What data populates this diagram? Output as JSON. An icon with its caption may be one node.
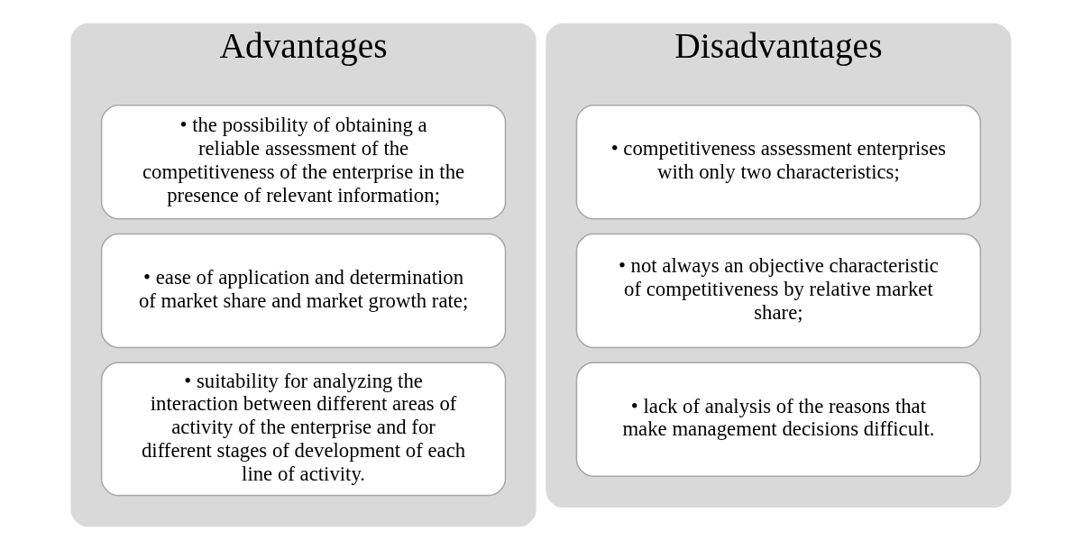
{
  "diagram": {
    "nodes": [
      {
        "text": [
          "Advantages"
        ]
      },
      {
        "text": [
          "• the possibility of obtaining a reliable assessment of the competitiveness of the enterprise in the presence of relevant information;"
        ],
        "in": 0
      },
      {
        "text": [
          "• ease of application and determination of market share and market growth rate;"
        ],
        "in": 0
      },
      {
        "text": [
          "• suitability for analyzing the interaction between different areas of activity of the enterprise and for different stages of development of each line of activity."
        ],
        "in": 0
      },
      {
        "text": [
          "Disadvantages"
        ]
      },
      {
        "text": [
          "• competitiveness assessment enterprises with only two characteristics;"
        ],
        "in": 4
      },
      {
        "text": [
          "• not always an objective characteristic of competitiveness by relative market share;"
        ],
        "in": 4
      },
      {
        "text": [
          "• lack of analysis of the reasons that make management decisions difficult."
        ],
        "in": 4
      }
    ],
    "edges": []
  }
}
